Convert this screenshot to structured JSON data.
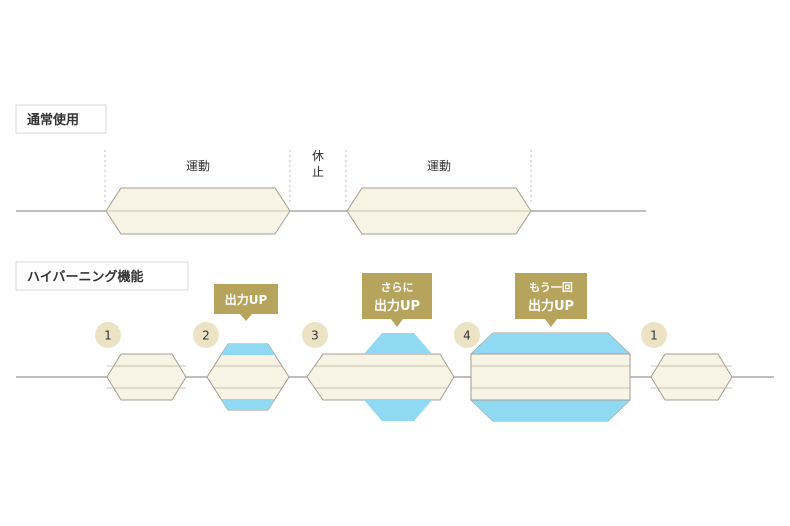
{
  "normal_use": {
    "label": "通常使用",
    "exercise_1": "運動",
    "rest_char_1": "休",
    "rest_char_2": "止",
    "exercise_2": "運動"
  },
  "hybernating": {
    "label": "ハイバーニング機能",
    "steps": [
      {
        "number": "1"
      },
      {
        "number": "2",
        "callout": [
          "出力UP"
        ]
      },
      {
        "number": "3",
        "callout": [
          "さらに",
          "出力UP"
        ]
      },
      {
        "number": "4",
        "callout": [
          "もう一回",
          "出力UP"
        ]
      },
      {
        "number": "1"
      }
    ]
  },
  "colors": {
    "block_fill": "#f7f3e5",
    "power_band": "#8fd9f2",
    "callout": "#b6a35c",
    "step_circle": "#ece3c4"
  }
}
